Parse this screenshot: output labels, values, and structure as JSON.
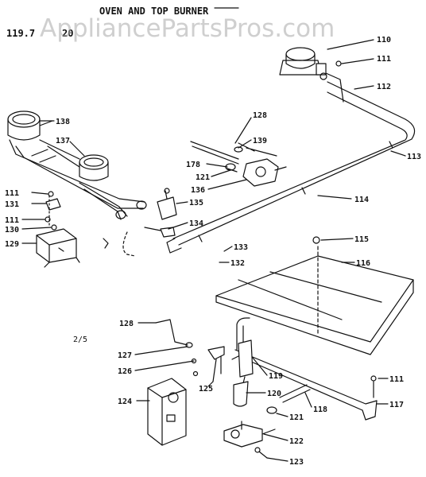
{
  "title": "OVEN AND TOP BURNER",
  "model_number": "119.7",
  "model_suffix": "20",
  "watermark": "AppliancePartsPros.com",
  "page_mark": "2/5",
  "callouts": [
    "110",
    "111",
    "112",
    "113",
    "114",
    "115",
    "116",
    "117",
    "118",
    "119",
    "120",
    "121",
    "122",
    "123",
    "124",
    "125",
    "126",
    "127",
    "128",
    "129",
    "130",
    "131",
    "132",
    "133",
    "134",
    "135",
    "136",
    "137",
    "138",
    "139",
    "178"
  ]
}
